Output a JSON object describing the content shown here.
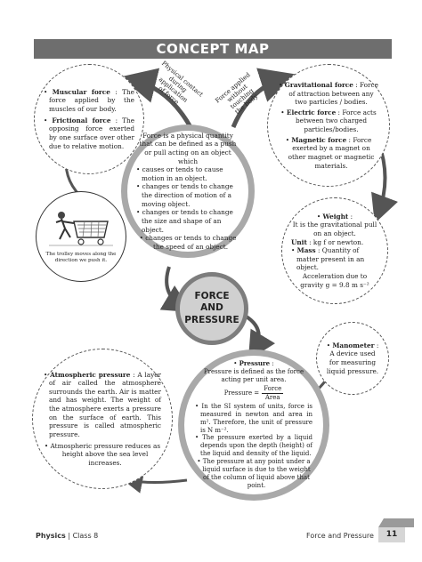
{
  "title": "CONCEPT MAP",
  "center": {
    "line1": "FORCE",
    "line2": "AND",
    "line3": "PRESSURE"
  },
  "arrow_labels": {
    "physical_contact": [
      "Physical contact",
      "during",
      "application",
      "of force"
    ],
    "force_applied": [
      "Force applied",
      "without",
      "touching",
      "the body"
    ]
  },
  "muscular": {
    "title": "Muscular force",
    "text": "The force applied by the muscles of our body.",
    "title2": "Frictional force",
    "text2": "The opposing force exerted by one surface over other due to relative motion."
  },
  "gravitational": {
    "title": "Gravitational force",
    "text": "Force of attraction between any two particles / bodies.",
    "title2": "Electric force",
    "text2": "Force acts between two charged particles/bodies.",
    "title3": "Magnetic force",
    "text3": "Force exerted by a magnet on other magnet or magnetic materials."
  },
  "force_def": {
    "intro": "Force is a physical quantity that can be defined as a push or pull acting on an object which",
    "items": [
      "causes or tends to cause motion in an object.",
      "changes or tends to change the direction of motion of a moving object.",
      "changes or tends to change the size and shape of an object.",
      "changes or tends to change the speed of an object."
    ]
  },
  "trolley": {
    "caption": "The trolley moves along the direction we push it."
  },
  "weight": {
    "title": "Weight",
    "line1": "It is the gravitational pull on an object.",
    "unit_label": "Unit",
    "unit_text": "kg f or newton.",
    "mass_label": "Mass",
    "mass_text": "Quantity of matter present in an object.",
    "accel": "Acceleration due to gravity g = 9.8 m s⁻²"
  },
  "manometer": {
    "title": "Manometer",
    "text": "A device used for measuring liquid pressure."
  },
  "atmospheric": {
    "title": "Atmospheric pressure",
    "text": "A layer of air called the atmosphere surrounds the earth. Air is matter and has weight. The weight of the atmosphere exerts a pressure on the surface of earth. This pressure is called atmospheric pressure.",
    "item": "Atmospheric pressure reduces as height above the sea level increases."
  },
  "pressure": {
    "title": "Pressure",
    "line1": "Pressure is defined as the force acting per unit area.",
    "formula_lhs": "Pressure =",
    "formula_num": "Force",
    "formula_den": "Area",
    "items": [
      "In the SI system of units, force is measured in newton and area in m². Therefore, the unit of pressure is N m⁻².",
      "The pressure exerted by a liquid depends upon the depth (height) of the liquid and density of the liquid.",
      "The pressure at any point under a liquid surface is due to the weight of the column of liquid above that point."
    ]
  },
  "footer": {
    "subject": "Physics",
    "class_label": "| Class 8",
    "chapter": "Force and Pressure",
    "page": "11"
  },
  "colors": {
    "title_bg": "#6e6e6e",
    "ring": "#a9a9a9",
    "center_ring": "#7d7d7d",
    "arrow": "#555555"
  }
}
